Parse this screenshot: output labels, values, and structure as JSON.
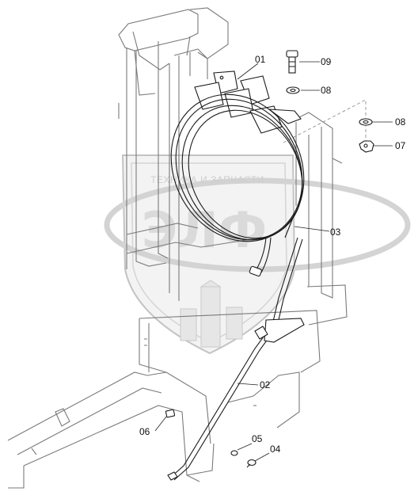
{
  "diagram": {
    "watermark": {
      "text": "ТЕХНИКА И ЗАПЧАСТИ",
      "logo_letters": "ЭЛФ"
    },
    "callouts": [
      {
        "id": "01",
        "label": "01"
      },
      {
        "id": "09",
        "label": "09"
      },
      {
        "id": "08a",
        "label": "08"
      },
      {
        "id": "08b",
        "label": "08"
      },
      {
        "id": "07",
        "label": "07"
      },
      {
        "id": "03",
        "label": "03"
      },
      {
        "id": "02",
        "label": "02"
      },
      {
        "id": "06",
        "label": "06"
      },
      {
        "id": "05",
        "label": "05"
      },
      {
        "id": "04",
        "label": "04"
      }
    ]
  }
}
